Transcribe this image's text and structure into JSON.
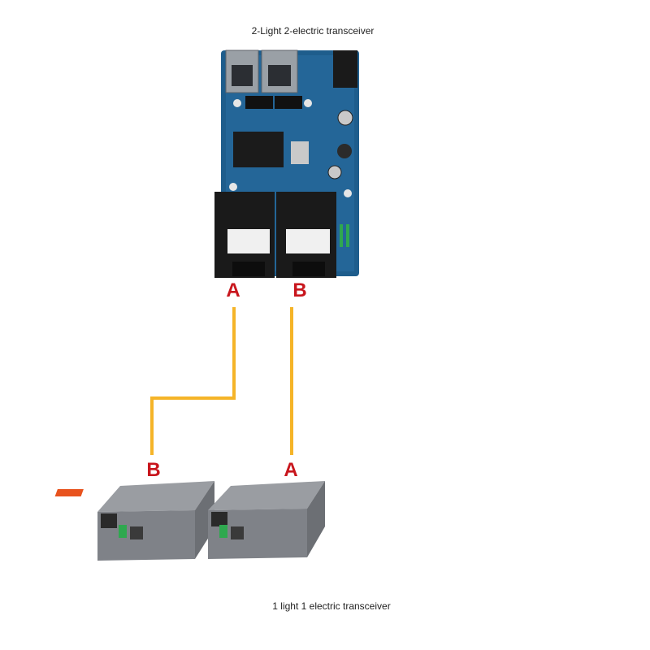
{
  "captions": {
    "top": "2-Light 2-electric transceiver",
    "bottom": "1 light 1 electric transceiver"
  },
  "ports": {
    "board_left": "A",
    "board_right": "B",
    "converter_left": "B",
    "converter_right": "A"
  },
  "colors": {
    "fiber": "#f5b428",
    "label": "#c8161d",
    "pcb": "#1e5d8c",
    "converter_body": "#7f8288",
    "converter_badge": "#e8531e"
  },
  "connections": [
    {
      "from": "A",
      "to": "B"
    },
    {
      "from": "B",
      "to": "A"
    }
  ]
}
